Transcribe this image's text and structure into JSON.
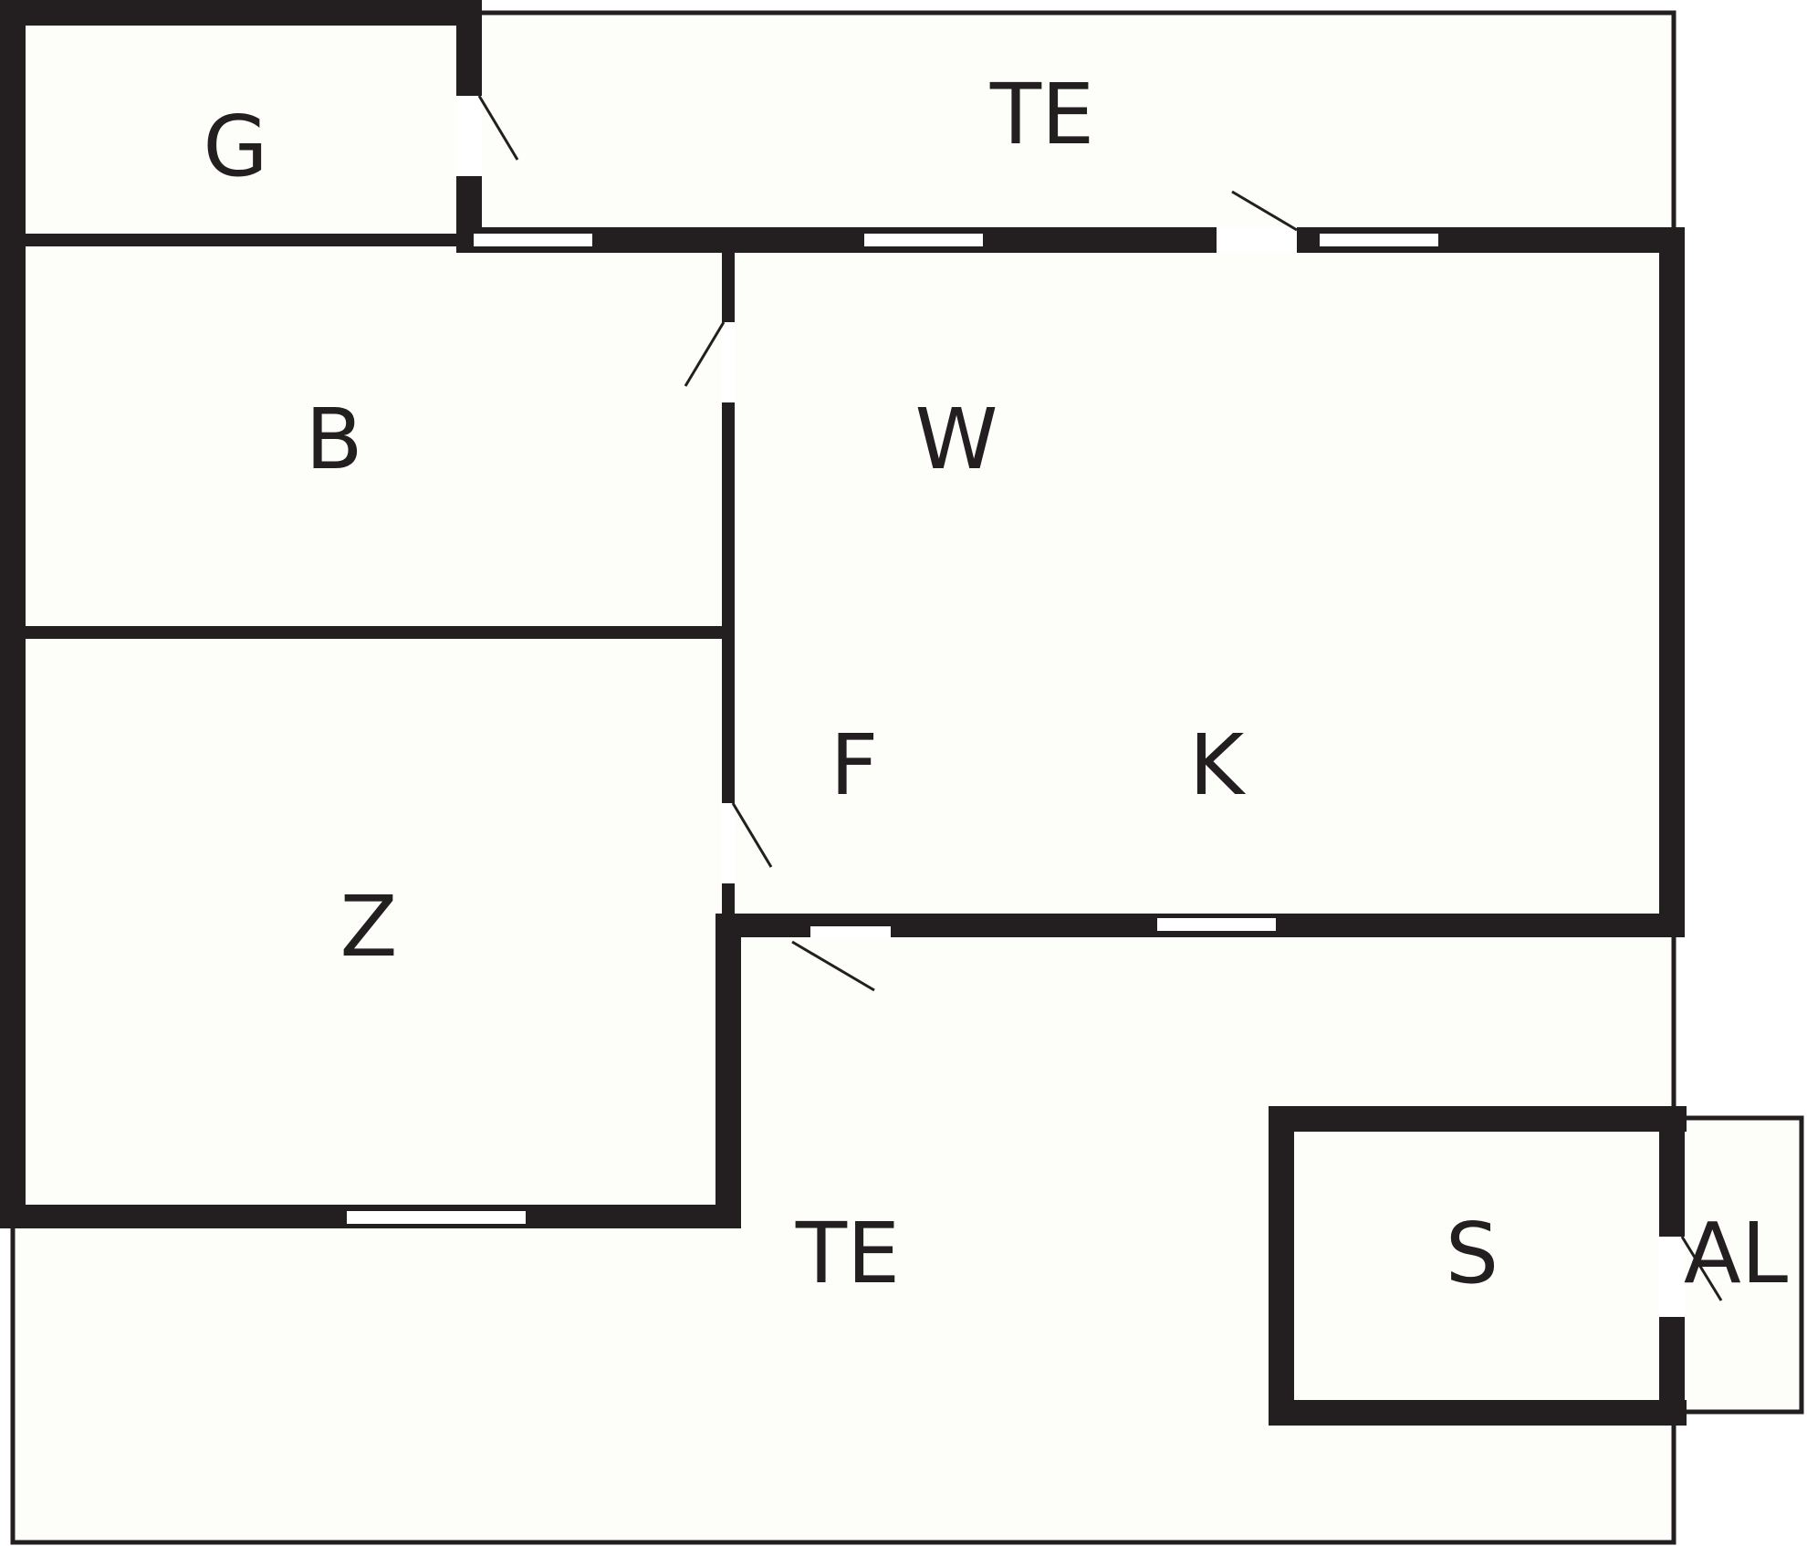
{
  "plan": {
    "colors": {
      "wall": "#231f20",
      "floor": "#fdfdf9",
      "window": "#ffffff"
    },
    "rooms": {
      "g": "G",
      "te_top": "TE",
      "b": "B",
      "w": "W",
      "f": "F",
      "k": "K",
      "z": "Z",
      "te_bottom": "TE",
      "s": "S",
      "al": "AL"
    }
  }
}
